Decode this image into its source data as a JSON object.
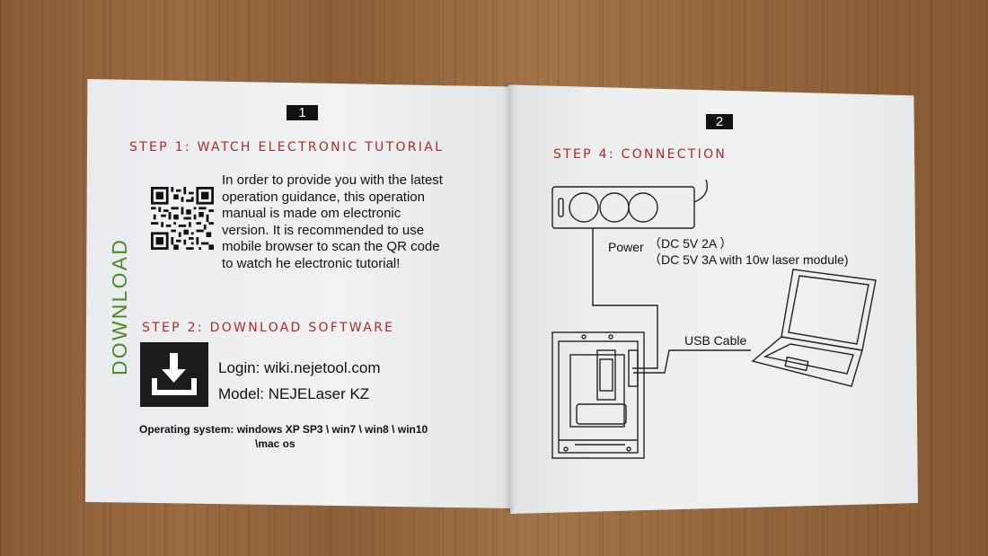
{
  "left_page": {
    "page_number": "1",
    "step1": {
      "heading": "STEP 1: WATCH ELECTRONIC TUTORIAL",
      "lines": [
        "In order to provide you with the latest",
        "operation guidance, this operation",
        "manual is made om electronic",
        "version. It is recommended to use",
        "mobile browser to scan the QR code",
        "to watch he electronic tutorial!"
      ]
    },
    "side_label": "DOWNLOAD",
    "step2": {
      "heading": "STEP 2: DOWNLOAD SOFTWARE",
      "login": "Login: wiki.nejetool.com",
      "model": "Model: NEJELaser KZ",
      "os_line1": "Operating system: windows XP SP3 \\ win7 \\ win8 \\ win10",
      "os_line2": "\\mac os"
    }
  },
  "right_page": {
    "page_number": "2",
    "step4": {
      "heading": "STEP 4: CONNECTION",
      "power_label": "Power",
      "power_spec1": "（DC 5V 2A ）",
      "power_spec2": "（DC 5V 3A with 10w laser module)",
      "usb_label": "USB Cable"
    }
  },
  "colors": {
    "heading_red": "#b02a2a",
    "download_green": "#4c8a2a",
    "paper": "#eef0f1",
    "table_wood": "#94653d"
  },
  "icons": [
    "qr-code-icon",
    "download-icon",
    "power-strip-icon",
    "laser-engraver-icon",
    "laptop-icon"
  ]
}
